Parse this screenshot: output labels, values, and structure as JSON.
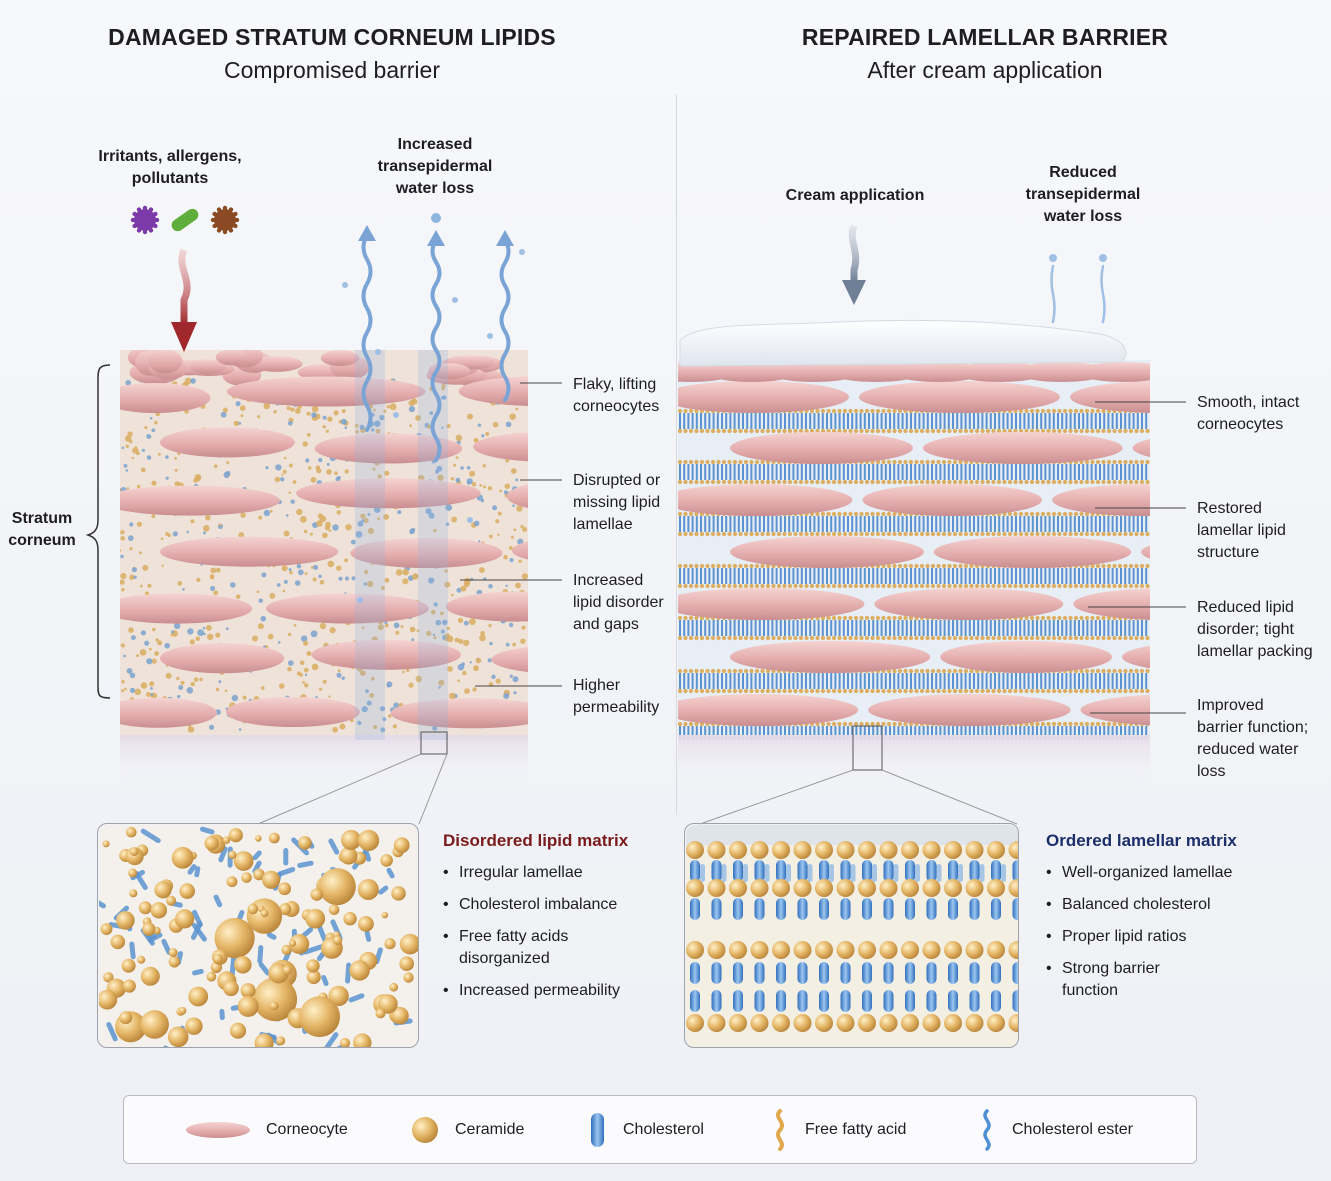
{
  "colors": {
    "damaged_title": "#7a1b1b",
    "repaired_title": "#1c2f6b",
    "corneocyte": "#e6b3b2",
    "ceramide": "#e3b566",
    "cholesterol": "#4f8fd6",
    "water": "#7aa4d6",
    "irritant_arrow": "#a0282c"
  },
  "left": {
    "title": "DAMAGED STRATUM CORNEUM LIPIDS",
    "subtitle": "Compromised barrier",
    "irritants": [
      "Irritants, allergens,",
      "pollutants"
    ],
    "water_loss": [
      "Increased",
      "transepidermal",
      "water loss"
    ],
    "stratum": [
      "Stratum",
      "corneum"
    ],
    "callouts": [
      [
        "Flaky, lifting",
        "corneocytes"
      ],
      [
        "Disrupted or",
        "missing lipid",
        "lamellae"
      ],
      [
        "Increased",
        "lipid disorder",
        "and gaps"
      ],
      [
        "Higher",
        "permeability"
      ]
    ],
    "matrix_title": "Disordered lipid matrix",
    "matrix_points": [
      "Irregular lamellae",
      "Cholesterol imbalance",
      "Free fatty acids disorganized",
      "Increased permeability"
    ]
  },
  "right": {
    "title": "REPAIRED LAMELLAR BARRIER",
    "subtitle": "After cream application",
    "cream": "Cream application",
    "water_loss": [
      "Reduced",
      "transepidermal",
      "water loss"
    ],
    "callouts": [
      [
        "Smooth, intact",
        "corneocytes"
      ],
      [
        "Restored",
        "lamellar lipid",
        "structure"
      ],
      [
        "Reduced lipid",
        "disorder; tight",
        "lamellar packing"
      ],
      [
        "Improved",
        "barrier function;",
        "reduced water loss"
      ]
    ],
    "matrix_title": "Ordered lamellar matrix",
    "matrix_points": [
      "Well-organized lamellae",
      "Balanced cholesterol",
      "Proper lipid ratios",
      "Strong barrier function"
    ]
  },
  "legend": [
    {
      "icon": "corneocyte-icon",
      "label": "Corneocyte"
    },
    {
      "icon": "ceramide-icon",
      "label": "Ceramide"
    },
    {
      "icon": "cholesterol-icon",
      "label": "Cholesterol"
    },
    {
      "icon": "free-fatty-acid-icon",
      "label": "Free fatty acid"
    },
    {
      "icon": "cholesterol-ester-icon",
      "label": "Cholesterol ester"
    }
  ]
}
